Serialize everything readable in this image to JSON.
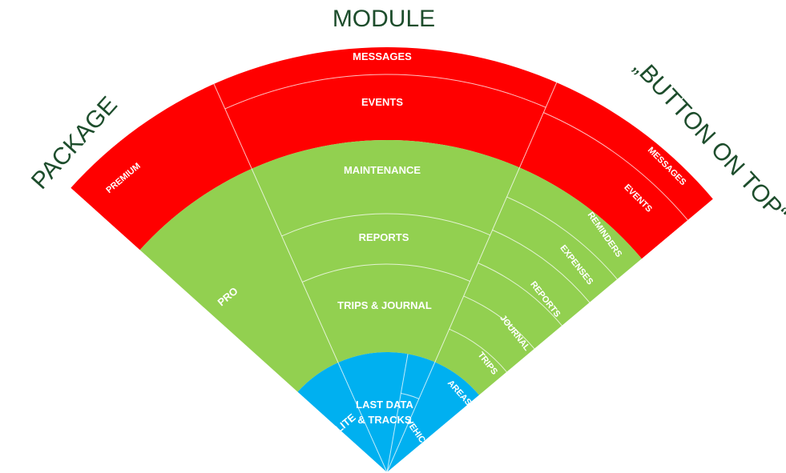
{
  "colors": {
    "premium": "#ff0000",
    "pro": "#92d050",
    "lite": "#00b0f0",
    "title_text": "#1d4d2c",
    "segment_text": "#ffffff"
  },
  "titles": {
    "module": "MODULE",
    "package": "PACKAGE",
    "button_on_top": "„BUTTON ON TOP“"
  },
  "packages": {
    "premium": "PREMIUM",
    "pro": "PRO",
    "lite": "LITE"
  },
  "modules": {
    "messages": "MESSAGES",
    "events": "EVENTS",
    "maintenance": "MAINTENANCE",
    "reports": "REPORTS",
    "trips_journal": "TRIPS & JOURNAL",
    "last_data_line1": "LAST DATA",
    "last_data_line2": "& TRACKS"
  },
  "buttons": {
    "messages": "MESSAGES",
    "events": "EVENTS",
    "reminders": "REMINDERS",
    "expenses": "EXPENSES",
    "reports": "REPORTS",
    "journal": "JOURNAL",
    "trips": "TRIPS",
    "areas": "AREAS",
    "vehicles": "VEHICLES"
  }
}
